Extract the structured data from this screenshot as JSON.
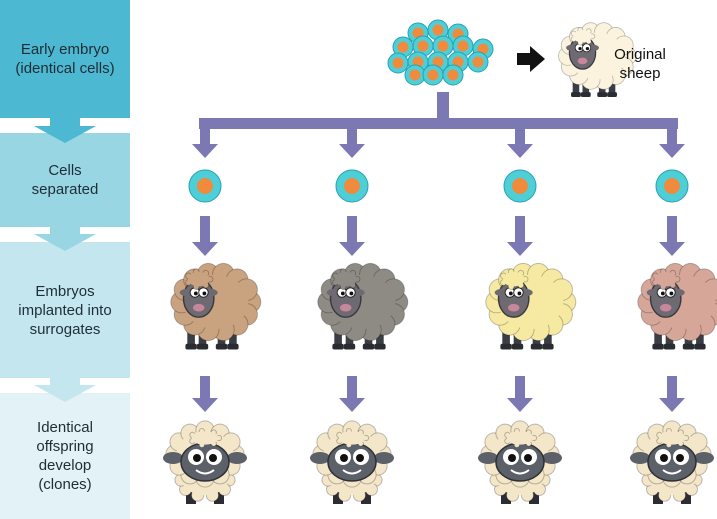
{
  "steps": [
    {
      "label": "Early embryo\n(identical cells)",
      "color": "#4db8d1"
    },
    {
      "label": "Cells\nseparated",
      "color": "#98d6e4"
    },
    {
      "label": "Embryos\nimplanted into\nsurrogates",
      "color": "#c4e7ef"
    },
    {
      "label": "Identical\noffspring\ndevelop\n(clones)",
      "color": "#e2f2f6"
    }
  ],
  "original_label": "Original\nsheep",
  "colors": {
    "arrow": "#7b78b4",
    "cell_fill": "#4ecfd8",
    "cell_nucleus": "#f08a3c",
    "surrogate_wool": [
      "#c9a27f",
      "#8e8b85",
      "#f6eaa2",
      "#d6a698"
    ],
    "lamb_wool": "#f4e6c8",
    "lamb_face": "#5b6069",
    "original_wool": "#fbf3de"
  }
}
